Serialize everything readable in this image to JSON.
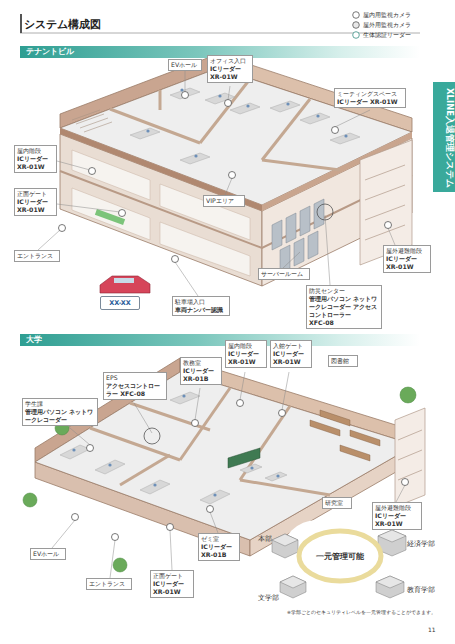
{
  "diagram": {
    "title": "システム構成図",
    "nodes": [
      {
        "text": [
          "テナントビル"
        ]
      },
      {
        "text": [
          "EVホール"
        ]
      },
      {
        "text": [
          "オフィス入口",
          "ICリーダー XR-01W"
        ]
      },
      {
        "text": [
          "ミーティングスペース",
          "ICリーダー XR-01W"
        ]
      },
      {
        "text": [
          "屋内階段",
          "ICリーダー XR-01W"
        ]
      },
      {
        "text": [
          "正面ゲート",
          "ICリーダー XR-01W"
        ]
      },
      {
        "text": [
          "VIPエリア"
        ]
      },
      {
        "text": [
          "エントランス"
        ]
      },
      {
        "text": [
          "屋外避難階段",
          "ICリーダー XR-01W"
        ]
      },
      {
        "text": [
          "サーバールーム"
        ]
      },
      {
        "text": [
          "駐車場入口",
          "車両ナンバー認識"
        ]
      },
      {
        "text": [
          "防災センター",
          "管理用パソコン ネットワークレコーダー アクセスコントローラー",
          "XFC-08"
        ]
      },
      {
        "text": [
          "XX-XX"
        ]
      },
      {
        "text": [
          "大学"
        ]
      },
      {
        "text": [
          "EPS",
          "アクセスコントローラー XFC-08"
        ]
      },
      {
        "text": [
          "学生課",
          "管理用パソコン ネットワークレコーダー"
        ]
      },
      {
        "text": [
          "教務室",
          "ICリーダー XR-01B"
        ]
      },
      {
        "text": [
          "屋内階段",
          "ICリーダー XR-01W"
        ]
      },
      {
        "text": [
          "入館ゲート",
          "ICリーダー XR-01W"
        ]
      },
      {
        "text": [
          "図書館"
        ]
      },
      {
        "text": [
          "屋外避難階段",
          "ICリーダー XR-01W"
        ]
      },
      {
        "text": [
          "研究室"
        ]
      },
      {
        "text": [
          "EVホール"
        ]
      },
      {
        "text": [
          "エントランス"
        ]
      },
      {
        "text": [
          "正面ゲート",
          "ICリーダー XR-01W"
        ]
      },
      {
        "text": [
          "ゼミ室",
          "ICリーダー XR-01B"
        ]
      },
      {
        "text": [
          "一元管理可能"
        ]
      },
      {
        "text": [
          "XLINE入退管理システム"
        ]
      }
    ],
    "labels": [
      "本部",
      "経済学部",
      "文学部",
      "教育学部",
      "※学部ごとのセキュリティレベルを一元管理することができます。",
      "11"
    ],
    "legend": [
      {
        "text": "屋内用監視カメラ"
      },
      {
        "text": "屋外用監視カメラ"
      },
      {
        "text": "生体認証リーダー"
      }
    ]
  }
}
